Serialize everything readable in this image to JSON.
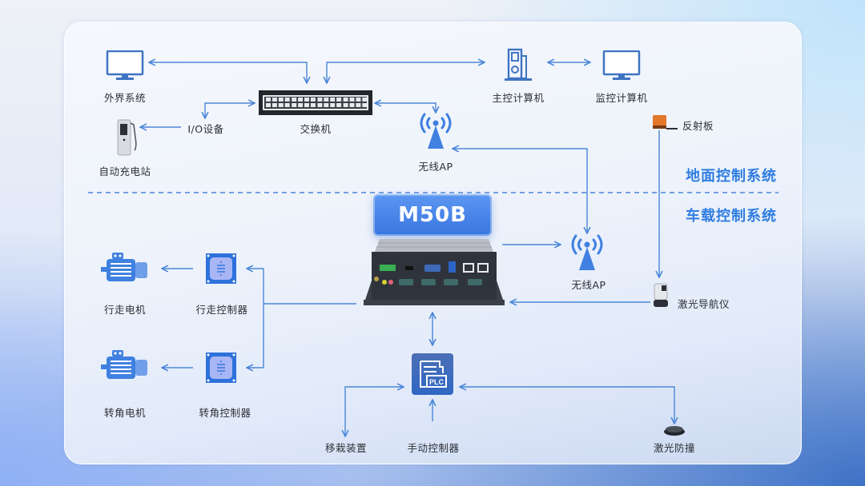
{
  "diagram": {
    "sections": {
      "ground": "地面控制系统",
      "vehicle": "车载控制系统"
    },
    "device_badge": "M50B",
    "nodes": {
      "external_system": "外界系统",
      "charging_station": "自动充电站",
      "io_device": "I/O设备",
      "switch": "交换机",
      "wireless_ap_ground": "无线AP",
      "master_computer": "主控计算机",
      "monitor_computer": "监控计算机",
      "reflector": "反射板",
      "wireless_ap_vehicle": "无线AP",
      "laser_navigator": "激光导航仪",
      "drive_motor": "行走电机",
      "drive_controller": "行走控制器",
      "steer_motor": "转角电机",
      "steer_controller": "转角控制器",
      "plc": "PLC",
      "transfer_device": "移栽装置",
      "manual_controller": "手动控制器",
      "laser_anticollision": "激光防撞"
    },
    "colors": {
      "accent": "#2f7de1",
      "line": "#4a86d8",
      "badge": "#3f7fe6",
      "plc": "#3567b8"
    }
  }
}
